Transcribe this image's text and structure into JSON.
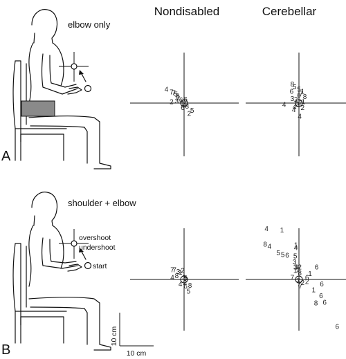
{
  "columns": [
    "Nondisabled",
    "Cerebellar"
  ],
  "panels": [
    {
      "letter": "A",
      "caption": "elbow only",
      "illustration_labels": [],
      "plots": [
        {
          "name": "nondisabled",
          "points": [
            {
              "label": "4",
              "x": -2.4,
              "y": 1.9
            },
            {
              "label": "7",
              "x": -1.7,
              "y": 1.5
            },
            {
              "label": "7",
              "x": -1.4,
              "y": 1.4
            },
            {
              "label": "5",
              "x": -1.1,
              "y": 1.2
            },
            {
              "label": "8",
              "x": -0.9,
              "y": 1.0
            },
            {
              "label": "2",
              "x": -0.8,
              "y": 0.7
            },
            {
              "label": "2",
              "x": -1.7,
              "y": 0.2
            },
            {
              "label": "3",
              "x": -1.0,
              "y": 0.3
            },
            {
              "label": "6",
              "x": -0.4,
              "y": 0.4
            },
            {
              "label": "1",
              "x": -0.2,
              "y": 0.0
            },
            {
              "label": "4",
              "x": 0.1,
              "y": -0.2
            },
            {
              "label": "8",
              "x": 0.4,
              "y": -0.4
            },
            {
              "label": "6",
              "x": -0.2,
              "y": -0.6
            },
            {
              "label": "5",
              "x": 1.1,
              "y": -1.0
            },
            {
              "label": "2",
              "x": 0.7,
              "y": -1.4
            },
            {
              "label": "6",
              "x": 0.2,
              "y": 0.5
            }
          ]
        },
        {
          "name": "cerebellar",
          "points": [
            {
              "label": "8",
              "x": -0.9,
              "y": 2.6
            },
            {
              "label": "5",
              "x": -0.6,
              "y": 2.2
            },
            {
              "label": "6",
              "x": -1.0,
              "y": 1.6
            },
            {
              "label": "5",
              "x": 0.0,
              "y": 1.9
            },
            {
              "label": "1",
              "x": 0.5,
              "y": 1.6
            },
            {
              "label": "7",
              "x": 0.3,
              "y": 1.3
            },
            {
              "label": "6",
              "x": 0.0,
              "y": 1.1
            },
            {
              "label": "8",
              "x": 0.8,
              "y": 0.9
            },
            {
              "label": "4",
              "x": -2.0,
              "y": -0.2
            },
            {
              "label": "3",
              "x": -0.9,
              "y": 0.6
            },
            {
              "label": "2",
              "x": -0.4,
              "y": 0.5
            },
            {
              "label": "1",
              "x": 0.6,
              "y": 0.2
            },
            {
              "label": "4",
              "x": -0.6,
              "y": -0.5
            },
            {
              "label": "4",
              "x": -0.7,
              "y": -0.9
            },
            {
              "label": "7",
              "x": 0.2,
              "y": 0.0
            },
            {
              "label": "3",
              "x": -0.2,
              "y": -0.2
            },
            {
              "label": "2",
              "x": 0.5,
              "y": -0.6
            },
            {
              "label": "4",
              "x": 0.1,
              "y": -1.8
            }
          ]
        }
      ]
    },
    {
      "letter": "B",
      "caption": "shoulder + elbow",
      "illustration_labels": [
        "overshoot",
        "undershoot",
        "start"
      ],
      "plots": [
        {
          "name": "nondisabled",
          "points": [
            {
              "label": "7",
              "x": -1.6,
              "y": 1.3
            },
            {
              "label": "7",
              "x": -1.3,
              "y": 1.3
            },
            {
              "label": "3",
              "x": -0.8,
              "y": 1.1
            },
            {
              "label": "1",
              "x": -0.5,
              "y": 1.0
            },
            {
              "label": "2",
              "x": -0.2,
              "y": 1.2
            },
            {
              "label": "8",
              "x": -1.0,
              "y": 0.5
            },
            {
              "label": "4",
              "x": -1.6,
              "y": 0.3
            },
            {
              "label": "5",
              "x": 0.2,
              "y": 0.2
            },
            {
              "label": "4",
              "x": -0.5,
              "y": -0.6
            },
            {
              "label": "2",
              "x": 0.1,
              "y": -0.4
            },
            {
              "label": "6",
              "x": 0.2,
              "y": -0.9
            },
            {
              "label": "8",
              "x": 0.8,
              "y": -0.8
            },
            {
              "label": "5",
              "x": 0.6,
              "y": -1.6
            },
            {
              "label": "3",
              "x": 0.0,
              "y": 0.3
            }
          ]
        },
        {
          "name": "cerebellar",
          "points": [
            {
              "label": "4",
              "x": -4.4,
              "y": 6.9
            },
            {
              "label": "1",
              "x": -2.3,
              "y": 6.7
            },
            {
              "label": "8",
              "x": -4.6,
              "y": 4.8
            },
            {
              "label": "4",
              "x": -4.0,
              "y": 4.5
            },
            {
              "label": "1",
              "x": -0.4,
              "y": 4.7
            },
            {
              "label": "4",
              "x": -0.4,
              "y": 4.3
            },
            {
              "label": "5",
              "x": -2.8,
              "y": 3.6
            },
            {
              "label": "5",
              "x": -2.2,
              "y": 3.4
            },
            {
              "label": "6",
              "x": -1.6,
              "y": 3.3
            },
            {
              "label": "5",
              "x": -0.5,
              "y": 3.2
            },
            {
              "label": "3",
              "x": -0.6,
              "y": 2.4
            },
            {
              "label": "3",
              "x": -0.5,
              "y": 1.7
            },
            {
              "label": "3",
              "x": -0.3,
              "y": 1.7
            },
            {
              "label": "2",
              "x": 0.1,
              "y": 1.7
            },
            {
              "label": "6",
              "x": 2.4,
              "y": 1.7
            },
            {
              "label": "1",
              "x": -0.5,
              "y": 1.2
            },
            {
              "label": "2",
              "x": -0.1,
              "y": 1.3
            },
            {
              "label": "8",
              "x": 0.1,
              "y": 0.9
            },
            {
              "label": "7",
              "x": -0.9,
              "y": 0.3
            },
            {
              "label": "1",
              "x": 1.5,
              "y": 0.8
            },
            {
              "label": "6",
              "x": 1.1,
              "y": 0.3
            },
            {
              "label": "7",
              "x": -0.1,
              "y": -0.2
            },
            {
              "label": "7",
              "x": 0.0,
              "y": -0.6
            },
            {
              "label": "2",
              "x": 0.5,
              "y": -0.4
            },
            {
              "label": "2",
              "x": 1.1,
              "y": -0.3
            },
            {
              "label": "7",
              "x": 0.2,
              "y": -0.9
            },
            {
              "label": "6",
              "x": 3.1,
              "y": -0.6
            },
            {
              "label": "1",
              "x": 2.0,
              "y": -1.4
            },
            {
              "label": "6",
              "x": 3.0,
              "y": -2.2
            },
            {
              "label": "8",
              "x": 2.3,
              "y": -3.2
            },
            {
              "label": "6",
              "x": 3.5,
              "y": -3.1
            },
            {
              "label": "6",
              "x": 5.2,
              "y": -6.4
            }
          ]
        }
      ]
    }
  ],
  "scale_bar": {
    "vertical_label": "10 cm",
    "horizontal_label": "10 cm"
  }
}
